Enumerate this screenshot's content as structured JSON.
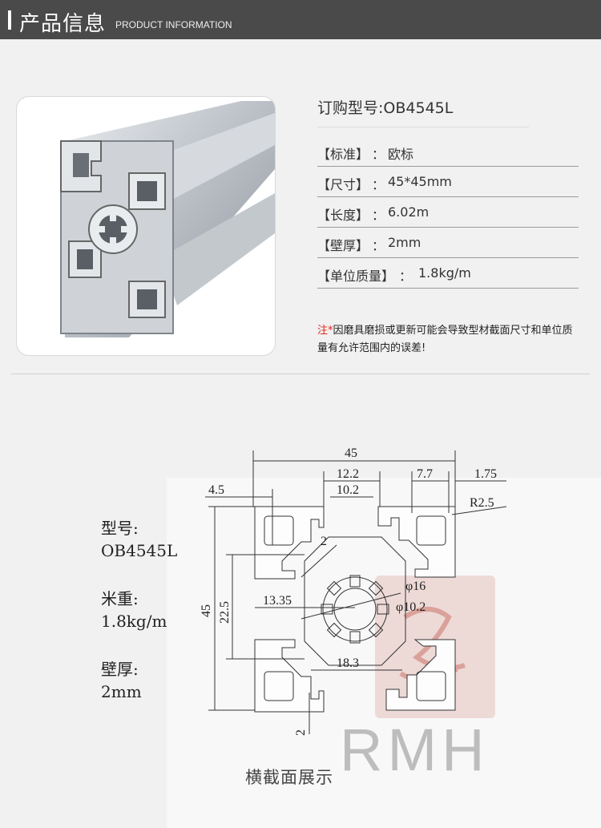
{
  "header": {
    "title_cn": "产品信息",
    "title_en": "PRODUCT INFORMATION"
  },
  "product": {
    "order_model": "订购型号:OB4545L",
    "specs": [
      {
        "label": "【标准】",
        "sep": "：",
        "value": "欧标"
      },
      {
        "label": "【尺寸】",
        "sep": "：",
        "value": "45*45mm"
      },
      {
        "label": "【长度】",
        "sep": "：",
        "value": "6.02m"
      },
      {
        "label": "【壁厚】",
        "sep": "：",
        "value": "2mm"
      },
      {
        "label": "【单位质量】",
        "sep": "：",
        "value": "1.8kg/m"
      }
    ],
    "note_mark": "注*",
    "note_text": "因磨具磨损或更新可能会导致型材截面尺寸和单位质量有允许范围内的误差!"
  },
  "drawing": {
    "model_label": "型号:",
    "model_value": "OB4545L",
    "weight_label": "米重:",
    "weight_value": "1.8kg/m",
    "wall_label": "壁厚:",
    "wall_value": "2mm",
    "dims": {
      "overall_width": "45",
      "slot_outer": "12.2",
      "slot_inner": "10.2",
      "lip_width": "7.7",
      "lip_offset": "1.75",
      "radius": "R2.5",
      "left_offset": "4.5",
      "diag_wall": "2",
      "overall_height": "45",
      "inner_height": "22.5",
      "center_offset": "13.35",
      "bore_outer": "φ16",
      "bore_inner": "φ10.2",
      "inner_offset": "18.3",
      "bottom_wall": "2"
    },
    "caption": "横截面展示",
    "watermark": "RMH",
    "accent_color": "#d9a49a"
  }
}
